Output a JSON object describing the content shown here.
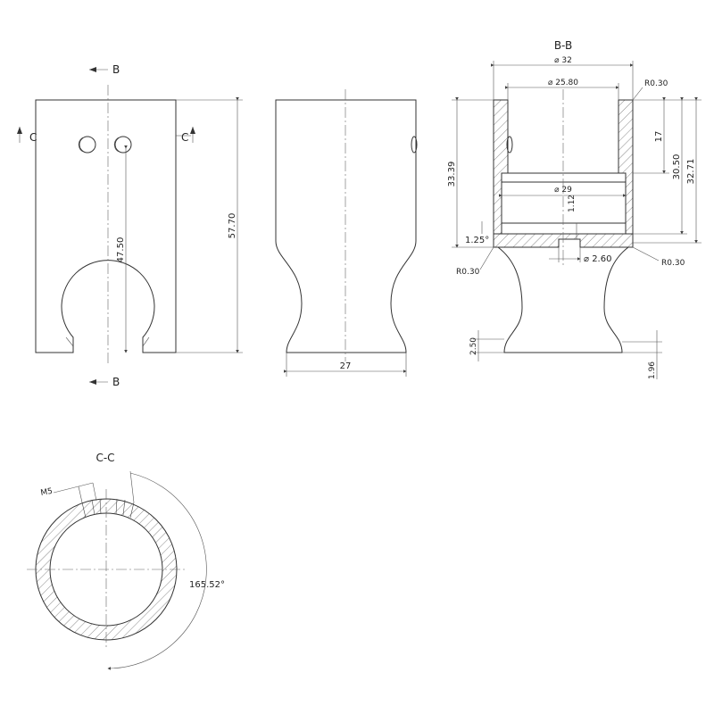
{
  "views": {
    "front": {
      "section_marker": "B",
      "side_marker": "C",
      "dim_height": "57.70",
      "dim_hole_height": "47.50"
    },
    "side": {
      "dim_width": "27"
    },
    "section_bb": {
      "title": "B-B",
      "dim_outer_diameter": "⌀ 32",
      "dim_bore_diameter": "⌀ 25.80",
      "dim_counterbore_diameter": "⌀ 29",
      "dim_small_hole_diameter": "⌀ 2.60",
      "dim_radius_top": "R0.30",
      "dim_radius_left": "R0.30",
      "dim_radius_right": "R0.30",
      "dim_angle": "1.25°",
      "dim_depth_17": "17",
      "dim_height_30_50": "30.50",
      "dim_height_32_71": "32.71",
      "dim_height_33_39": "33.39",
      "dim_1_12": "1.12",
      "dim_2_50": "2.50",
      "dim_1_96": "1.96"
    },
    "section_cc": {
      "title": "C-C",
      "thread_label": "M5",
      "angle_label": "165.52°"
    }
  }
}
